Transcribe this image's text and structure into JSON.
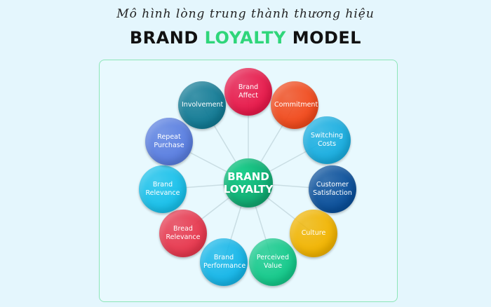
{
  "header": {
    "subtitle": "Mô hình lòng trung thành thương hiệu",
    "title_part1": "BRAND",
    "title_part2": "LOYALTY",
    "title_part3": "MODEL",
    "accent": "#2fd67a"
  },
  "center": {
    "line1": "BRAND",
    "line2": "LOYALTY",
    "color": "#10a870"
  },
  "nodes": [
    {
      "label": "Brand Affect",
      "color": "#e8194a"
    },
    {
      "label": "Commitment",
      "color": "#f24a1c"
    },
    {
      "label": "Switching Costs",
      "color": "#1aaee0"
    },
    {
      "label": "Customer Satisfaction",
      "color": "#0a4f9a"
    },
    {
      "label": "Culture",
      "color": "#f2b400"
    },
    {
      "label": "Perceived Value",
      "color": "#14c98a"
    },
    {
      "label": "Brand Performance",
      "color": "#16b6e8"
    },
    {
      "label": "Bread Relevance",
      "color": "#e8384e"
    },
    {
      "label": "Brand Relevance",
      "color": "#18c0ea"
    },
    {
      "label": "Repeat Purchase",
      "color": "#5a7ee0"
    },
    {
      "label": "Involvement",
      "color": "#127a94"
    }
  ]
}
